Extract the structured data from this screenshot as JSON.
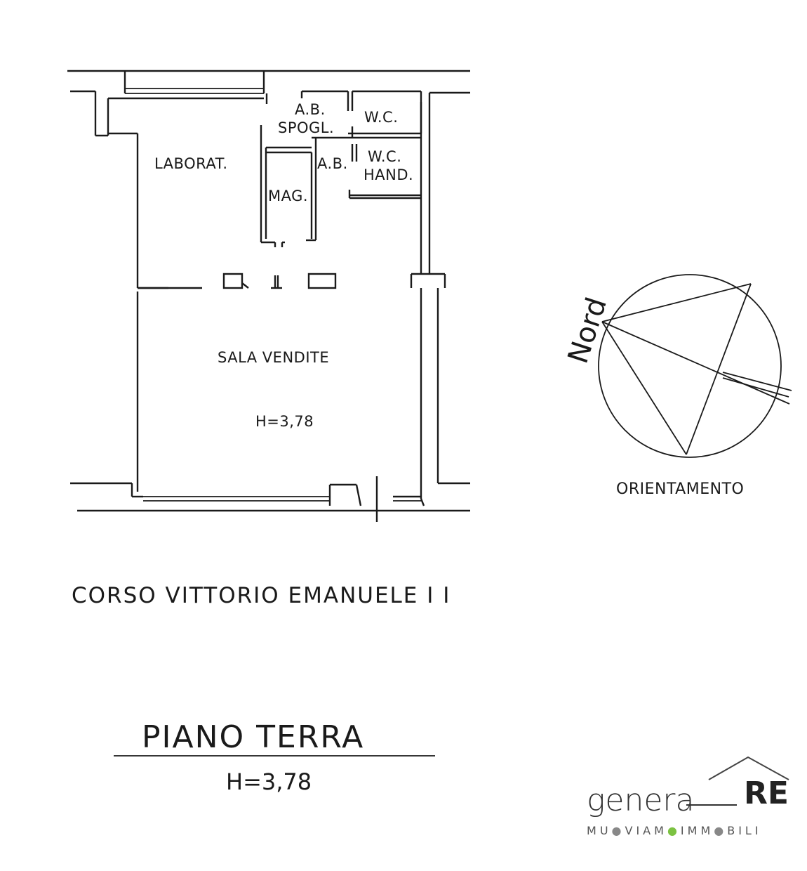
{
  "plan": {
    "rooms": {
      "ab_spogl_1": "A.B.",
      "ab_spogl_2": "SPOGL.",
      "wc": "W.C.",
      "laborat": "LABORAT.",
      "ab": "A.B.",
      "wc_hand_1": "W.C.",
      "wc_hand_2": "HAND.",
      "mag": "MAG.",
      "sala_vendite": "SALA VENDITE",
      "height_inner": "H=3,78"
    },
    "street": "CORSO  VITTORIO  EMANUELE  I I"
  },
  "orientation": {
    "north_label": "Nord",
    "caption": "ORIENTAMENTO"
  },
  "floor": {
    "title": "PIANO  TERRA",
    "height": "H=3,78"
  },
  "logo": {
    "word": "genera",
    "re": "RE",
    "tagline": "MU●VIAM●IMM●BILI",
    "accent_color": "#7cc242",
    "dot_color": "#888888"
  }
}
